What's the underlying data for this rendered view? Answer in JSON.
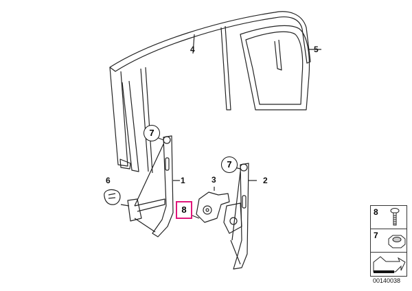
{
  "diagram": {
    "callouts": [
      "1",
      "2",
      "3",
      "4",
      "5",
      "6",
      "7",
      "7",
      "8"
    ],
    "highlighted_part": "8",
    "highlight_color": "#e0157a"
  },
  "legend": {
    "items": [
      {
        "number": "8",
        "icon": "screw-icon"
      },
      {
        "number": "7",
        "icon": "hex-nut-icon"
      },
      {
        "number": "",
        "icon": "arrow-icon"
      }
    ]
  },
  "diagram_code": "00140038"
}
